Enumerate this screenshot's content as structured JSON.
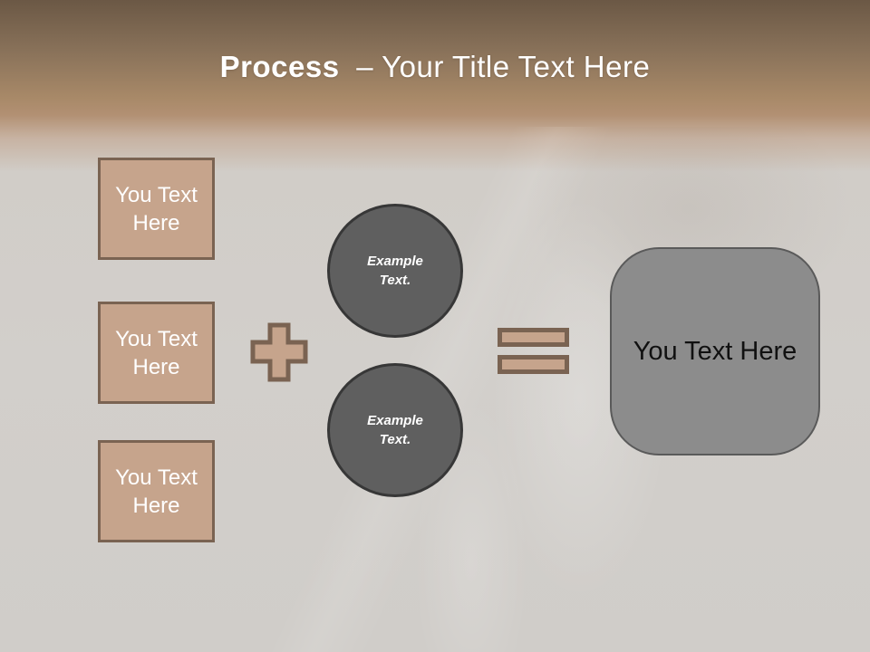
{
  "title": {
    "bold": "Process",
    "rest": "– Your Title Text Here"
  },
  "left_boxes": [
    {
      "label": "You Text Here"
    },
    {
      "label": "You Text Here"
    },
    {
      "label": "You Text Here"
    }
  ],
  "circles": [
    {
      "label": "Example Text."
    },
    {
      "label": "Example Text."
    }
  ],
  "operators": {
    "plus": "plus-icon",
    "equals": "equals-icon"
  },
  "result_box": {
    "label": "You Text Here"
  },
  "colors": {
    "header_gradient_top": "#6b5845",
    "header_gradient_mid": "#b29073",
    "background": "#d2cfcb",
    "tan_fill": "#c6a48c",
    "tan_border": "#7a6352",
    "circle_fill": "#5f5f5f",
    "circle_border": "#373737",
    "result_fill": "#8c8c8c",
    "result_border": "#5a5a5a",
    "title_text": "#ffffff",
    "result_text": "#111111"
  }
}
